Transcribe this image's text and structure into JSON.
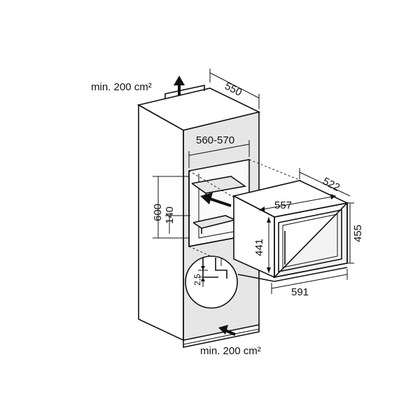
{
  "vent_top": {
    "label": "min. 200 cm²",
    "icon": "arrow-up-icon"
  },
  "vent_bottom": {
    "label": "min. 200 cm²",
    "icon": "arrow-left-icon"
  },
  "cabinet_depth": "550",
  "niche_width": "560-570",
  "niche_height": "600",
  "shelf_height": "140",
  "detail_gap": "2,5",
  "appliance_depth": "522",
  "appliance_inner_width": "557",
  "appliance_height": "455",
  "appliance_inner_height": "441",
  "appliance_width": "591",
  "insert_arrow_icon": "arrow-left-icon",
  "colors": {
    "line": "#111111",
    "shade": "#e6e6e6",
    "background": "#ffffff"
  }
}
